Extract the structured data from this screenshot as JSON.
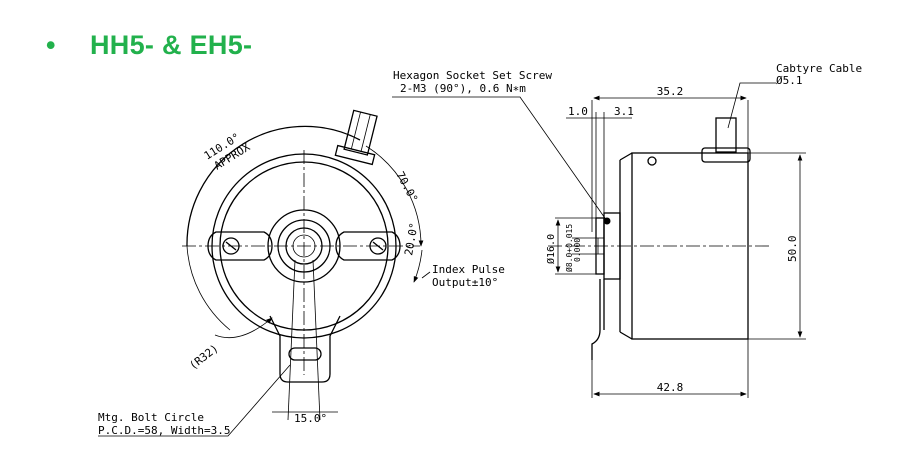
{
  "heading": {
    "bullet": "•",
    "title": "HH5- & EH5-"
  },
  "front_view": {
    "angle_approx_label": "110.0°",
    "approx_word": "APPROX",
    "angle_70_label": "70.0°",
    "angle_20_label": "20.0°",
    "index_pulse_line1": "Index Pulse",
    "index_pulse_line2": "Output±10°",
    "radius_label": "(R32)",
    "angle_15_label": "15.0°",
    "bolt_circle_line1": "Mtg. Bolt Circle",
    "bolt_circle_line2": "P.C.D.=58, Width=3.5"
  },
  "side_view": {
    "setscrew_line1": "Hexagon Socket Set Screw",
    "setscrew_line2": "2-M3 (90°), 0.6 N∗m",
    "cable_line1": "Cabtyre Cable",
    "cable_line2": "Ø5.1",
    "dim_35_2": "35.2",
    "dim_1_0": "1.0",
    "dim_3_1": "3.1",
    "dim_16_0": "Ø16.0",
    "dim_shaft": "Ø8.0+0.015",
    "dim_shaft_tol": "0.000",
    "dim_50_0": "50.0",
    "dim_42_8": "42.8"
  }
}
